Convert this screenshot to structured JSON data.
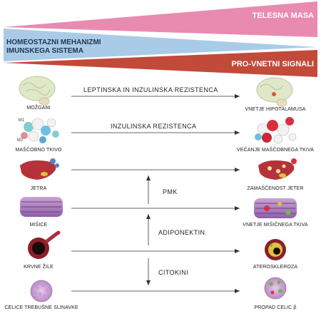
{
  "bands": {
    "body_mass": {
      "label": "TELESNA MASA",
      "color": "#e98ab0"
    },
    "homeostatic": {
      "line1": "HOMEOSTAZNI MEHANIZMI",
      "line2": "IMUNSKEGA SISTEMA",
      "color": "#a9cbe7"
    },
    "proinflammatory": {
      "label": "PRO-VNETNI SIGNALI",
      "color": "#c24a3a"
    }
  },
  "left_organs": {
    "brain": "MOŽGANI",
    "adipose": "MAŠČOBNO TKIVO",
    "liver": "JETRA",
    "muscle": "MIŠICE",
    "vessels": "KRVNE ŽILE",
    "pancreas": "CELICE TREBUŠNE SLINAVKE"
  },
  "adipose_markers": {
    "m1": "M1",
    "m2": "M2"
  },
  "right_outcomes": {
    "hypothalamus": "VNETJE HIPOTALAMUSA",
    "adipose": "VEČANJE MAŠČOBNEGA TKIVA",
    "liver": "ZAMAŠČENOST JETER",
    "muscle": "VNETJE MIŠIČNEGA TKIVA",
    "vessels": "ATEROSKLEROZA",
    "pancreas": "PROPAD CELIC β"
  },
  "flows": {
    "leptin_insulin": "LEPTINSKA IN INZULINSKA REZISTENCA",
    "insulin": "INZULINSKA REZISTENCA",
    "pmk": "PMK",
    "adiponectin": "ADIPONEKTIN",
    "cytokines": "CITOKINI"
  }
}
